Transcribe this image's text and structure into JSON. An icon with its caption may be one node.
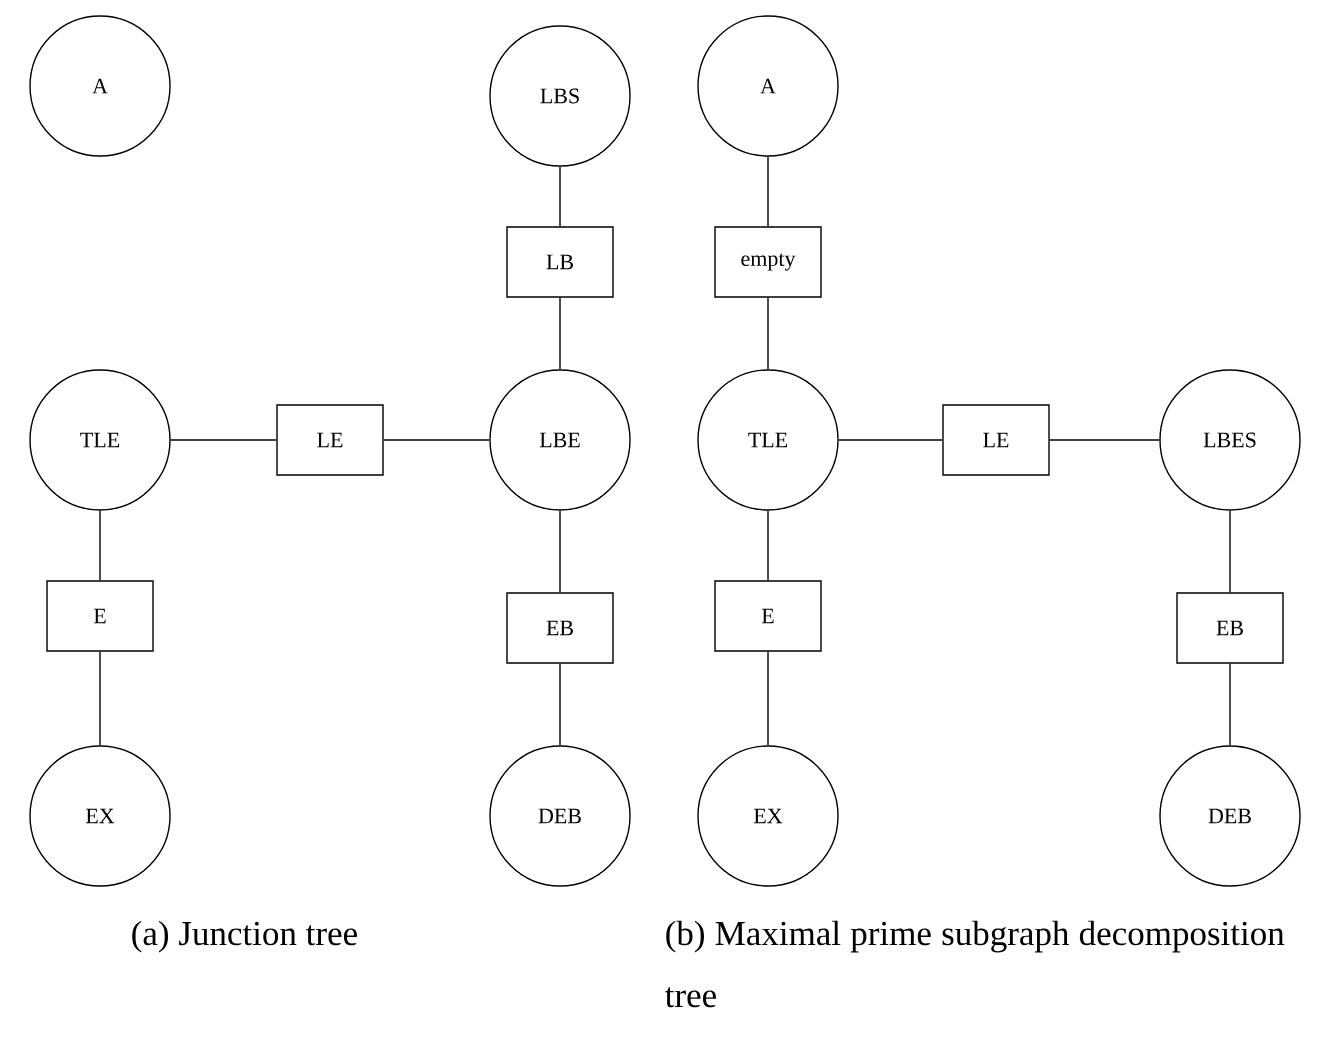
{
  "diagram": {
    "nodes": [
      {
        "text": [
          "A"
        ]
      },
      {
        "text": [
          "LBS"
        ]
      },
      {
        "text": [
          "LB"
        ]
      },
      {
        "text": [
          "TLE"
        ]
      },
      {
        "text": [
          "LE"
        ]
      },
      {
        "text": [
          "LBE"
        ]
      },
      {
        "text": [
          "E"
        ]
      },
      {
        "text": [
          "EB"
        ]
      },
      {
        "text": [
          "EX"
        ]
      },
      {
        "text": [
          "DEB"
        ]
      },
      {
        "text": [
          "A"
        ]
      },
      {
        "text": [
          "empty"
        ]
      },
      {
        "text": [
          "TLE"
        ]
      },
      {
        "text": [
          "LE"
        ]
      },
      {
        "text": [
          "LBES"
        ]
      },
      {
        "text": [
          "E"
        ]
      },
      {
        "text": [
          "EB"
        ]
      },
      {
        "text": [
          "EX"
        ]
      },
      {
        "text": [
          "DEB"
        ]
      }
    ],
    "edges": [
      {
        "from": 1,
        "to": 2,
        "arrow": "none"
      },
      {
        "from": 2,
        "to": 5,
        "arrow": "none"
      },
      {
        "from": 3,
        "to": 4,
        "arrow": "none"
      },
      {
        "from": 4,
        "to": 5,
        "arrow": "none"
      },
      {
        "from": 3,
        "to": 6,
        "arrow": "none"
      },
      {
        "from": 6,
        "to": 8,
        "arrow": "none"
      },
      {
        "from": 5,
        "to": 7,
        "arrow": "none"
      },
      {
        "from": 7,
        "to": 9,
        "arrow": "none"
      },
      {
        "from": 10,
        "to": 11,
        "arrow": "none"
      },
      {
        "from": 11,
        "to": 12,
        "arrow": "none"
      },
      {
        "from": 12,
        "to": 13,
        "arrow": "none"
      },
      {
        "from": 13,
        "to": 14,
        "arrow": "none"
      },
      {
        "from": 12,
        "to": 15,
        "arrow": "none"
      },
      {
        "from": 15,
        "to": 17,
        "arrow": "none"
      },
      {
        "from": 14,
        "to": 16,
        "arrow": "none"
      },
      {
        "from": 16,
        "to": 18,
        "arrow": "none"
      }
    ],
    "labels": [
      "(a) Junction tree",
      "(b) Maximal prime subgraph decomposition tree"
    ]
  }
}
